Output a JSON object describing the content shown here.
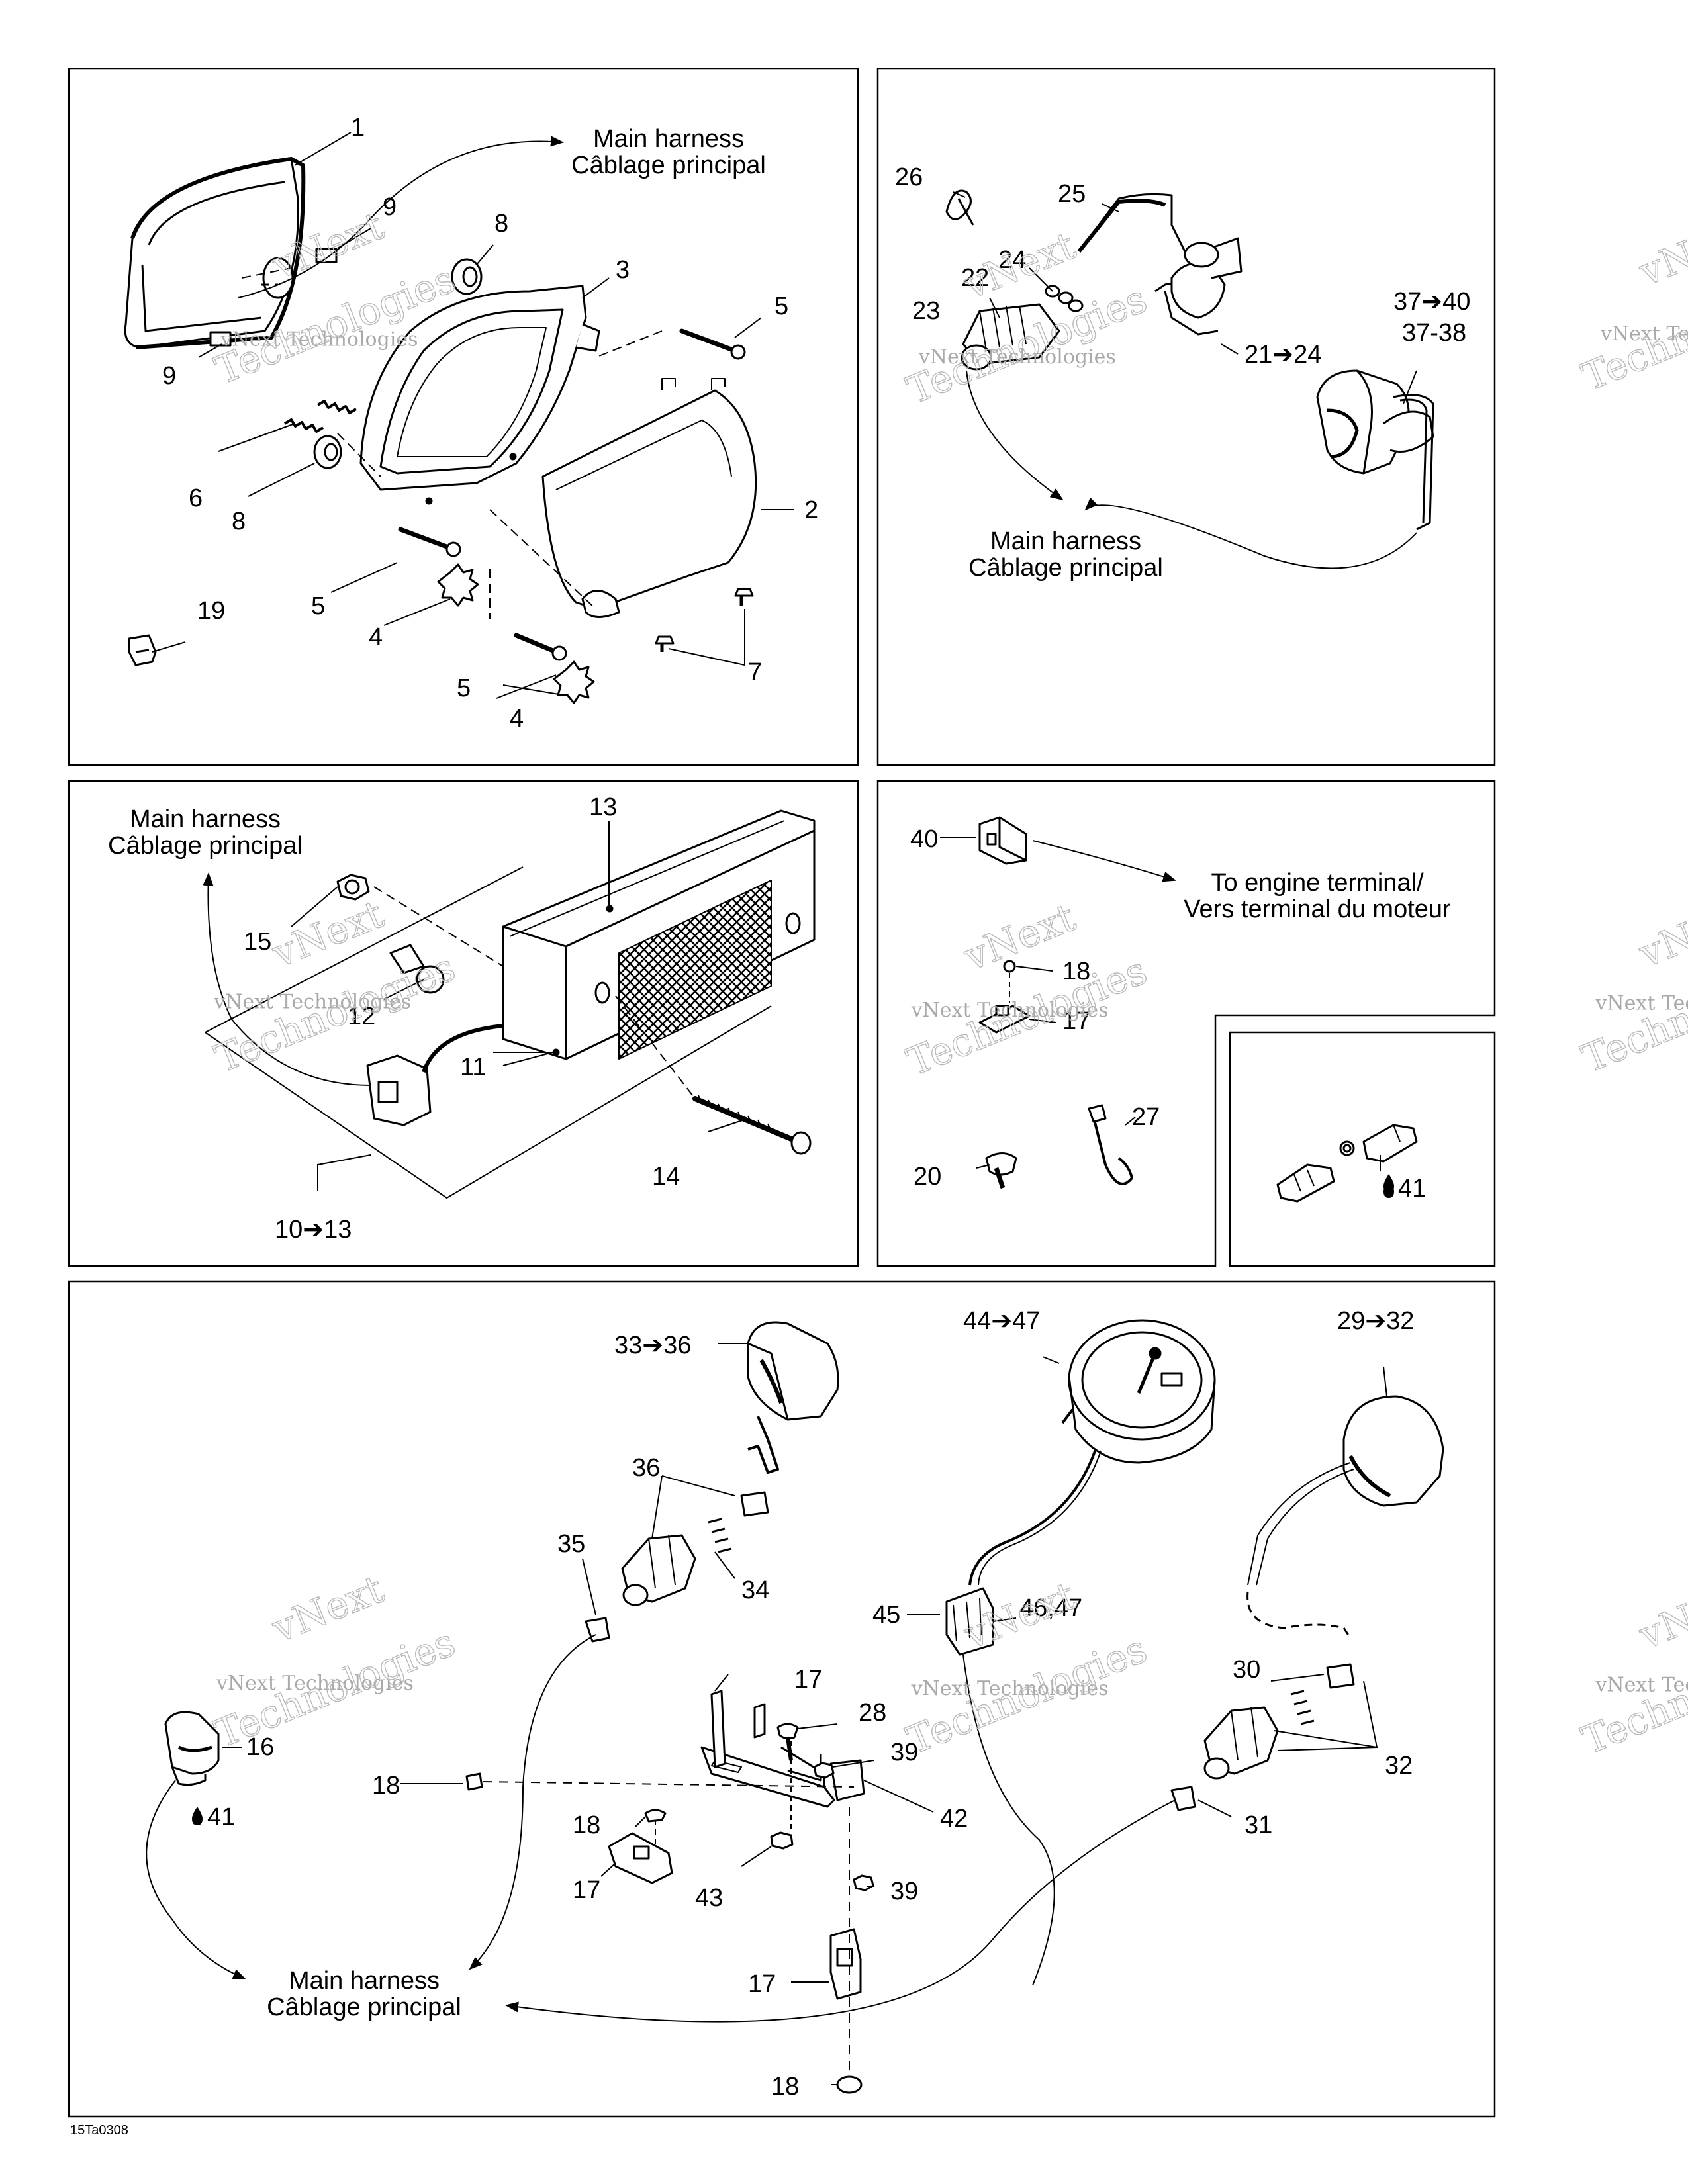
{
  "figure_code": "15Ta0308",
  "watermark": {
    "line1": "vNext",
    "line2": "Technologies",
    "small": "vNext Technologies"
  },
  "panels": {
    "headlight": {
      "callouts": [
        "1",
        "9",
        "9",
        "8",
        "8",
        "3",
        "5",
        "6",
        "2",
        "5",
        "4",
        "5",
        "4",
        "7",
        "19"
      ],
      "harness": [
        "Main harness",
        "Câblage principal"
      ]
    },
    "controls": {
      "callouts": [
        "26",
        "25",
        "24",
        "22",
        "23",
        "21➔24",
        "37➔40",
        "37-38"
      ],
      "harness": [
        "Main harness",
        "Câblage principal"
      ]
    },
    "taillight": {
      "callouts": [
        "13",
        "15",
        "12",
        "11",
        "14",
        "10➔13"
      ],
      "harness": [
        "Main harness",
        "Câblage principal"
      ]
    },
    "relay": {
      "callouts": [
        "40",
        "18",
        "17",
        "20",
        "27"
      ],
      "engine": [
        "To engine terminal/",
        "Vers terminal du moteur"
      ]
    },
    "connector": {
      "callouts": [
        "41"
      ]
    },
    "gauges": {
      "callouts": [
        "33➔36",
        "44➔47",
        "29➔32",
        "36",
        "35",
        "34",
        "45",
        "46,47",
        "16",
        "41",
        "17",
        "28",
        "18",
        "39",
        "18",
        "42",
        "17",
        "39",
        "43",
        "30",
        "32",
        "31",
        "17",
        "18"
      ],
      "harness": [
        "Main harness",
        "Câblage principal"
      ]
    }
  }
}
